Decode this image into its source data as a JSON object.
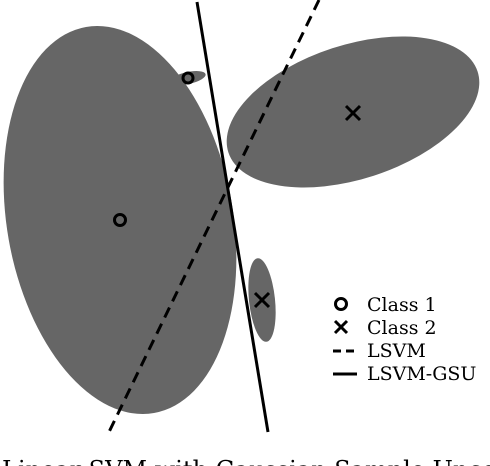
{
  "colors": {
    "ellipse_fill": "#666666",
    "line": "#000000",
    "background": "#ffffff"
  },
  "legend": {
    "class1": "Class 1",
    "class2": "Class 2",
    "lsvm": "LSVM",
    "lsvm_gsu": "LSVM-GSU"
  },
  "caption": "Linear SVM with Gaussian Sample Uncertainty",
  "icons": {
    "class1_marker": "circle-marker-icon",
    "class2_marker": "cross-marker-icon"
  }
}
